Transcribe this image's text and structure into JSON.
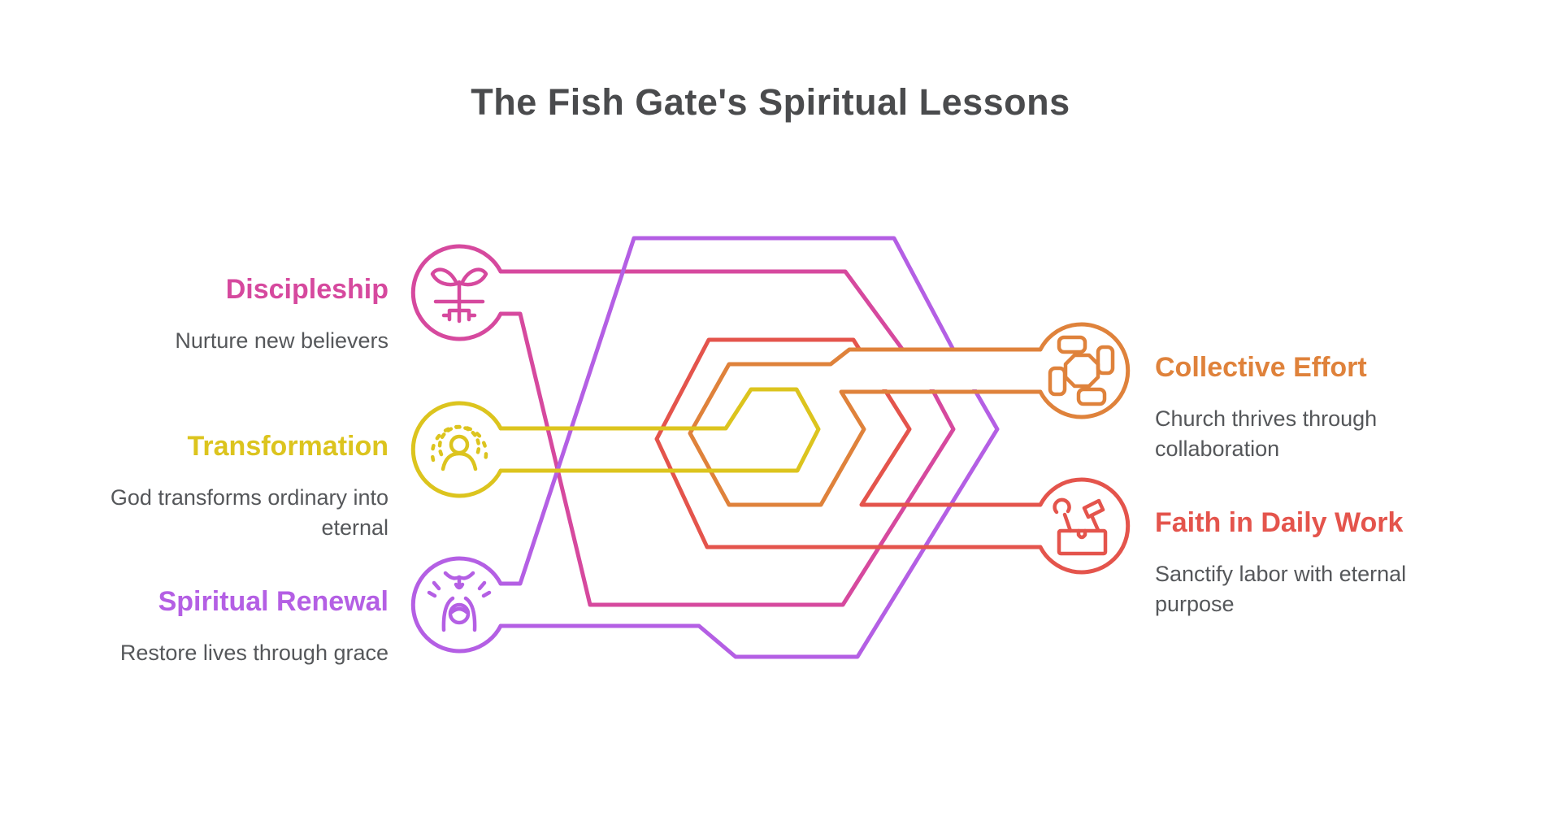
{
  "title": "The Fish Gate's Spiritual Lessons",
  "background_color": "#ffffff",
  "title_color": "#4a4b4d",
  "body_text_color": "#55575a",
  "items": [
    {
      "id": "discipleship",
      "label": "Discipleship",
      "description": "Nurture new believers",
      "color": "#d6499e",
      "icon": "seedling-roots-icon",
      "side": "left"
    },
    {
      "id": "transformation",
      "label": "Transformation",
      "description": "God transforms ordinary into eternal",
      "color": "#dcc41e",
      "icon": "radiant-person-icon",
      "side": "left"
    },
    {
      "id": "spiritual-renewal",
      "label": "Spiritual Renewal",
      "description": "Restore lives through grace",
      "color": "#b45fe4",
      "icon": "dove-over-person-icon",
      "side": "left"
    },
    {
      "id": "collective-effort",
      "label": "Collective Effort",
      "description": "Church thrives through collaboration",
      "color": "#df823b",
      "icon": "joined-hands-icon",
      "side": "right"
    },
    {
      "id": "faith-in-daily-work",
      "label": "Faith in Daily Work",
      "description": "Sanctify labor with eternal purpose",
      "color": "#e4544c",
      "icon": "toolbox-icon",
      "side": "right"
    }
  ]
}
